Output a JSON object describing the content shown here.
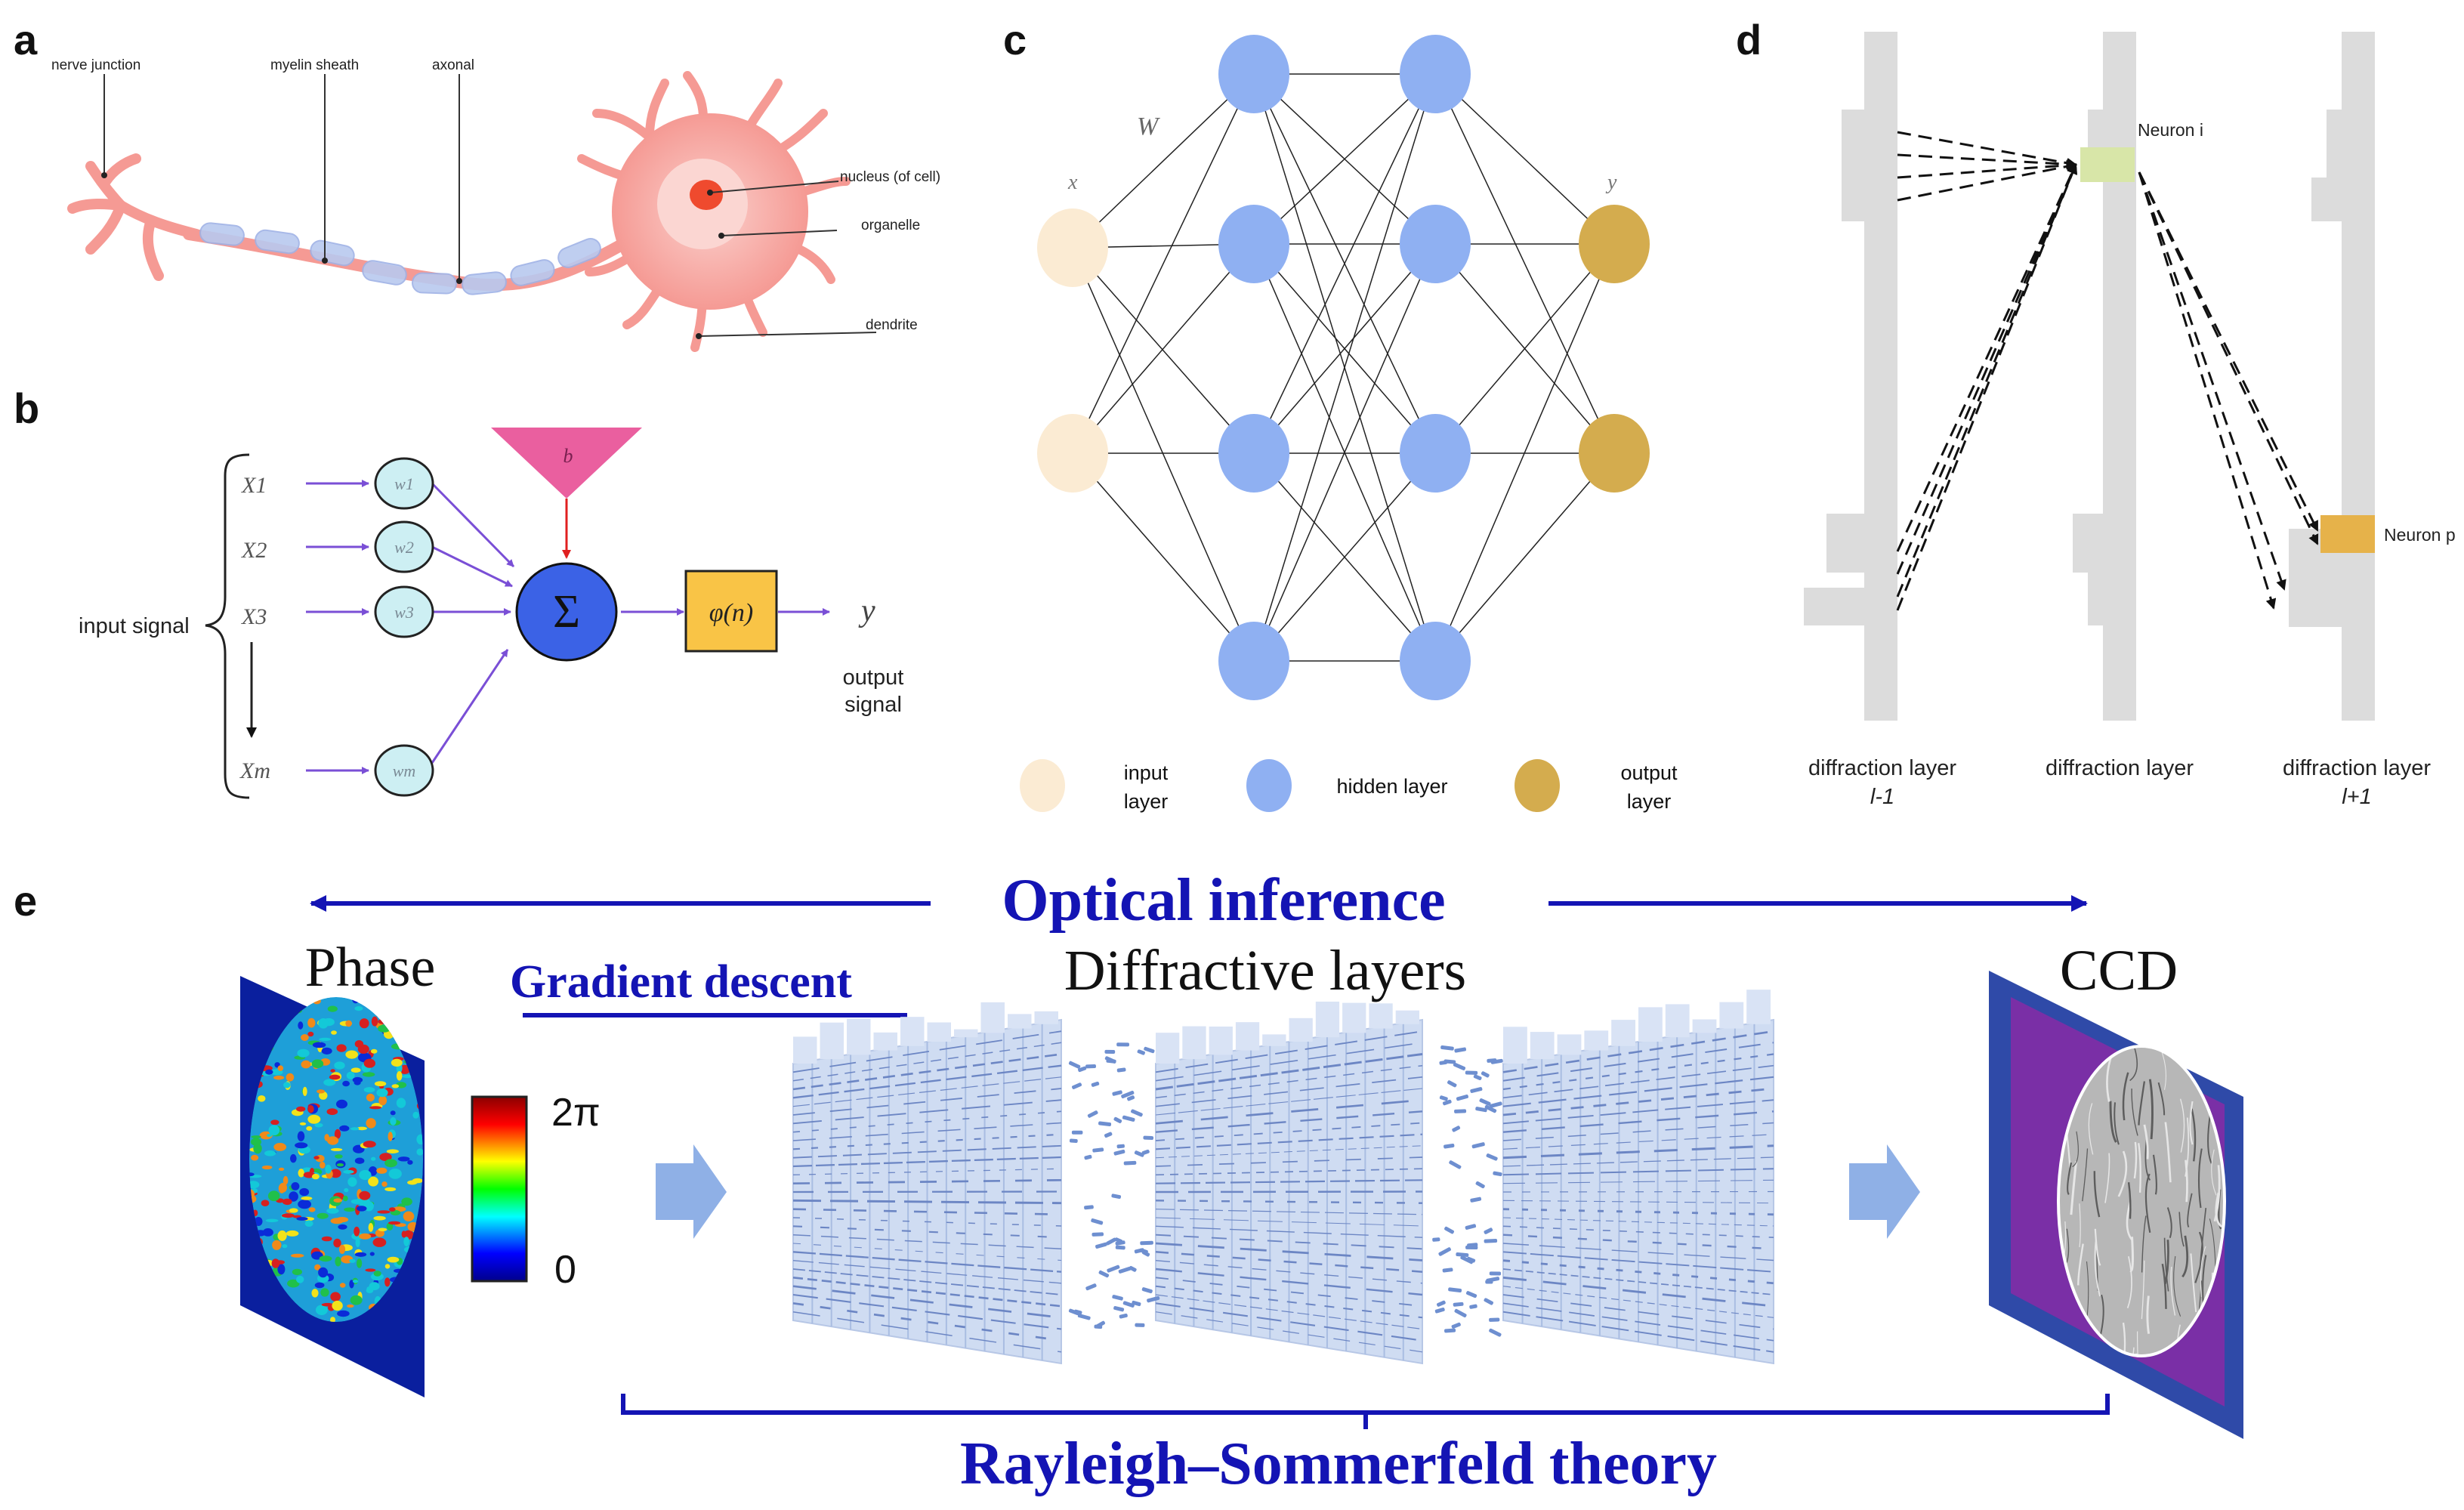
{
  "panel_labels": {
    "a": "a",
    "b": "b",
    "c": "c",
    "d": "d",
    "e": "e"
  },
  "panel_a": {
    "nerve_junction": "nerve junction",
    "myelin_sheath": "myelin sheath",
    "axonal": "axonal",
    "nucleus": "nucleus (of cell)",
    "organelle": "organelle",
    "dendrite": "dendrite"
  },
  "panel_b": {
    "inputs": [
      "X1",
      "X2",
      "X3",
      "Xm"
    ],
    "weights": [
      "w1",
      "w2",
      "w3",
      "wm"
    ],
    "bias": "b",
    "sum_symbol": "Σ",
    "activation": "φ(n)",
    "output": "y",
    "input_signal": "input signal",
    "output_signal_1": "output",
    "output_signal_2": "signal"
  },
  "panel_c": {
    "weight_label": "W",
    "x_label": "x",
    "y_label": "y",
    "legend": {
      "input_1": "input",
      "input_2": "layer",
      "hidden": "hidden layer",
      "output_1": "output",
      "output_2": "layer"
    },
    "colors": {
      "input": "#fbebd3",
      "hidden": "#8fb0f2",
      "output": "#d4ac4e"
    }
  },
  "panel_d": {
    "neuron_i": "Neuron i",
    "neuron_p": "Neuron p",
    "layers": [
      {
        "line1": "diffraction layer",
        "line2": "l-1"
      },
      {
        "line1": "diffraction layer",
        "line2": ""
      },
      {
        "line1": "diffraction layer",
        "line2": "l+1"
      }
    ],
    "colors": {
      "neuron_i": "#d8e6a8",
      "neuron_p": "#e6b24a",
      "layer": "#dcdcdc"
    }
  },
  "panel_e": {
    "optical_inference": "Optical inference",
    "phase": "Phase",
    "gradient_descent": "Gradient descent",
    "diffractive_layers": "Diffractive layers",
    "ccd": "CCD",
    "colorbar_max": "2π",
    "colorbar_min": "0",
    "rayleigh": "Rayleigh–Sommerfeld theory",
    "colors": {
      "accent": "#1414b4",
      "arrow": "#8fb0e6",
      "ccd_frame": "#2f4aa8",
      "ccd_inner": "#7a2fa6"
    }
  }
}
